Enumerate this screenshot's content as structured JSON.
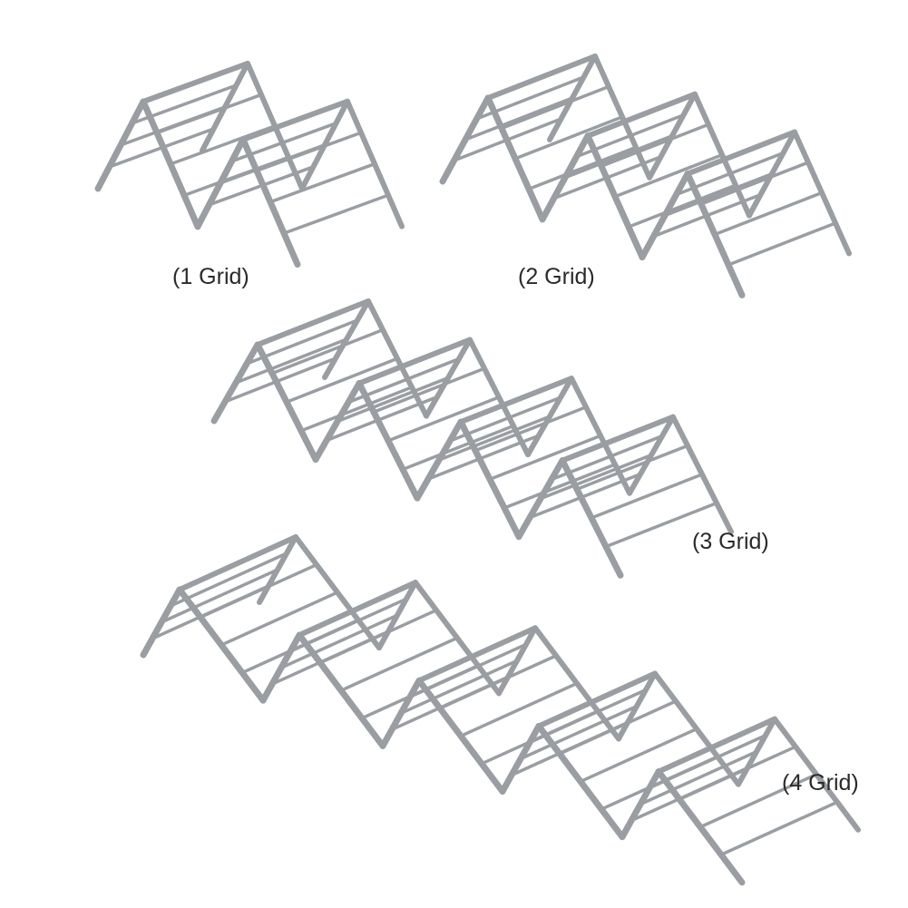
{
  "product": {
    "accent_color": "#9a9ea3",
    "racks": [
      {
        "label": "(1 Grid)",
        "slots": 1
      },
      {
        "label": "(2 Grid)",
        "slots": 2
      },
      {
        "label": "(3 Grid)",
        "slots": 3
      },
      {
        "label": "(4 Grid)",
        "slots": 4
      }
    ]
  }
}
